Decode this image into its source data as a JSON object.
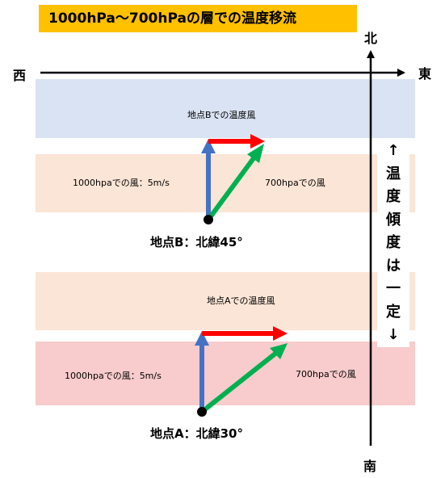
{
  "title": "1000hPa～700hPaの層での温度移流",
  "directions": {
    "west": "西",
    "east": "東",
    "north": "北",
    "south": "南"
  },
  "point_b": {
    "thermal_wind": "地点Bでの温度風",
    "wind_1000": "1000hpaでの風：5m/s",
    "wind_700": "700hpaでの風",
    "label": "地点B：北緯45°"
  },
  "point_a": {
    "thermal_wind": "地点Aでの温度風",
    "wind_1000": "1000hpaでの風：5m/s",
    "wind_700": "700hpaでの風",
    "label": "地点A：北緯30°"
  },
  "gradient_note": [
    "↑",
    "温",
    "度",
    "傾",
    "度",
    "は",
    "一",
    "定",
    "↓"
  ],
  "colors": {
    "title_bg": "#ffc000",
    "blue_arrow": "#4472c4",
    "red_arrow": "#ff0000",
    "green_arrow": "#00b050"
  }
}
